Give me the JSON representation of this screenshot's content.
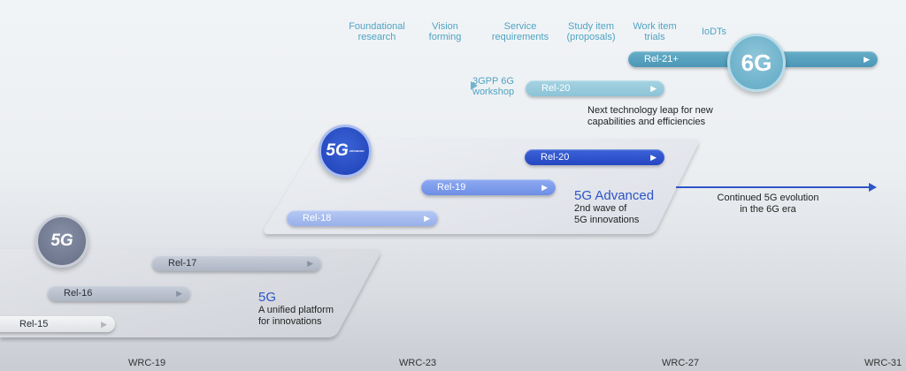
{
  "phases": [
    {
      "line1": "Foundational",
      "line2": "research"
    },
    {
      "line1": "Vision",
      "line2": "forming"
    },
    {
      "line1": "Service",
      "line2": "requirements"
    },
    {
      "line1": "Study item",
      "line2": "(proposals)"
    },
    {
      "line1": "Work item",
      "line2": "trials"
    },
    {
      "line1": "IoDTs",
      "line2": ""
    }
  ],
  "sixg": {
    "badge": "6G",
    "workshop_line1": "3GPP 6G",
    "workshop_line2": "workshop",
    "rel20": "Rel-20",
    "rel21": "Rel-21+",
    "desc_line1": "Next technology leap for new",
    "desc_line2": "capabilities and efficiencies"
  },
  "advanced": {
    "badge": "5G",
    "badge_sub": "ADVANCED",
    "rel18": "Rel-18",
    "rel19": "Rel-19",
    "rel20": "Rel-20",
    "title": "5G Advanced",
    "desc_line1": "2nd wave of",
    "desc_line2": "5G innovations",
    "continued_line1": "Continued 5G evolution",
    "continued_line2": "in the 6G era"
  },
  "fiveg": {
    "badge": "5G",
    "rel15": "Rel-15",
    "rel16": "Rel-16",
    "rel17": "Rel-17",
    "title": "5G",
    "desc_line1": "A unified platform",
    "desc_line2": "for innovations"
  },
  "axis": [
    "WRC-19",
    "WRC-23",
    "WRC-27",
    "WRC-31"
  ],
  "chevron": "▶",
  "colors": {
    "teal": "#4fa3c2",
    "blue_dark": "#2547c2",
    "blue_title": "#2d55c8",
    "grey_badge": "#6f7a92"
  }
}
